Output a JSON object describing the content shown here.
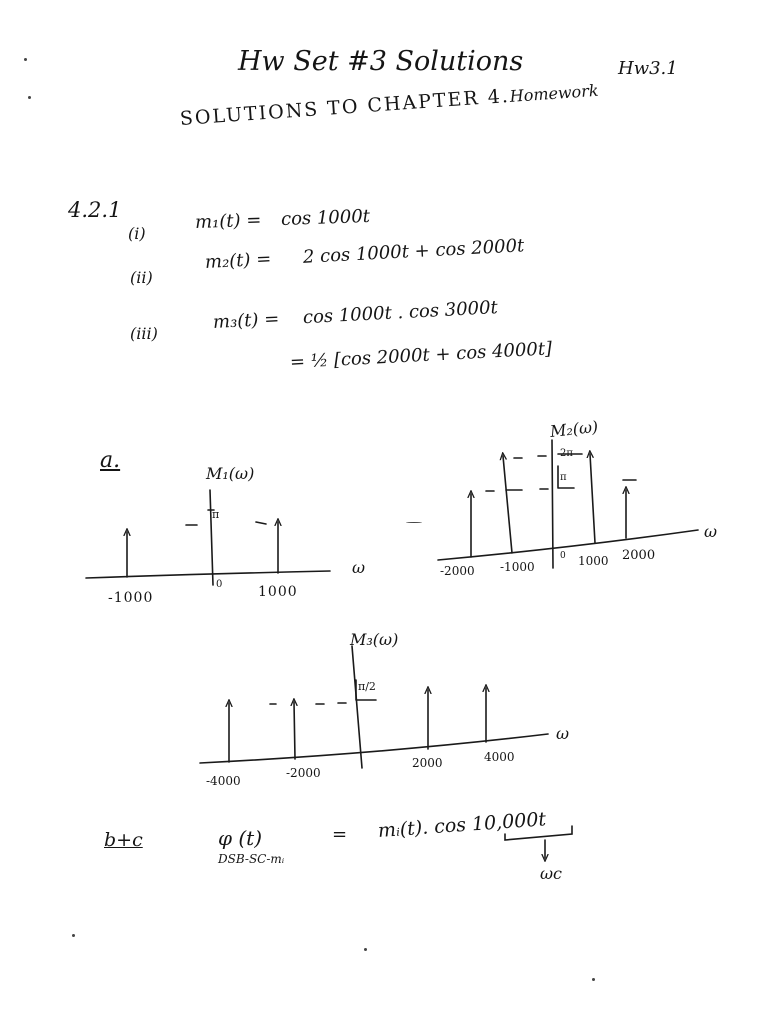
{
  "header": {
    "title": "Hw Set #3 Solutions",
    "page_id": "Hw3.1",
    "subtitle": "SOLUTIONS TO CHAPTER 4.",
    "subtitle_suffix": "Homework"
  },
  "problem": {
    "number": "4.2.1",
    "equations": [
      {
        "label": "(i)",
        "lhs": "m₁(t) =",
        "rhs": "cos 1000t"
      },
      {
        "label": "(ii)",
        "lhs": "m₂(t) =",
        "rhs": "2 cos 1000t + cos 2000t"
      },
      {
        "label": "(iii)",
        "lhs": "m₃(t) =",
        "rhs": "cos 1000t . cos 3000t"
      }
    ],
    "expansion": "= ½ [cos 2000t + cos 4000t]"
  },
  "part_a": {
    "label": "a.",
    "plots": [
      {
        "title": "M₁(ω)",
        "axis_label": "ω",
        "level_labels": [
          "π"
        ],
        "tick_labels": [
          "-1000",
          "0",
          "1000"
        ],
        "impulses": [
          {
            "w": -1000,
            "weight": "π"
          },
          {
            "w": 1000,
            "weight": "π"
          }
        ]
      },
      {
        "title": "M₂(ω)",
        "axis_label": "ω",
        "level_labels": [
          "2π",
          "π"
        ],
        "tick_labels": [
          "-2000",
          "-1000",
          "0",
          "1000",
          "2000"
        ],
        "impulses": [
          {
            "w": -2000,
            "weight": "π"
          },
          {
            "w": -1000,
            "weight": "2π"
          },
          {
            "w": 1000,
            "weight": "2π"
          },
          {
            "w": 2000,
            "weight": "π"
          }
        ]
      },
      {
        "title": "M₃(ω)",
        "axis_label": "ω",
        "level_labels": [
          "π/2"
        ],
        "tick_labels": [
          "-4000",
          "-2000",
          "2000",
          "4000"
        ],
        "impulses": [
          {
            "w": -4000,
            "weight": "π/2"
          },
          {
            "w": -2000,
            "weight": "π/2"
          },
          {
            "w": 2000,
            "weight": "π/2"
          },
          {
            "w": 4000,
            "weight": "π/2"
          }
        ]
      }
    ]
  },
  "part_bc": {
    "label": "b+c",
    "phi": "φ (t)",
    "phi_subscript": "DSB-SC-mᵢ",
    "equals": "=",
    "rhs": "mᵢ(t). cos 10,000t",
    "arrow": "↓",
    "carrier_label": "ωc"
  }
}
